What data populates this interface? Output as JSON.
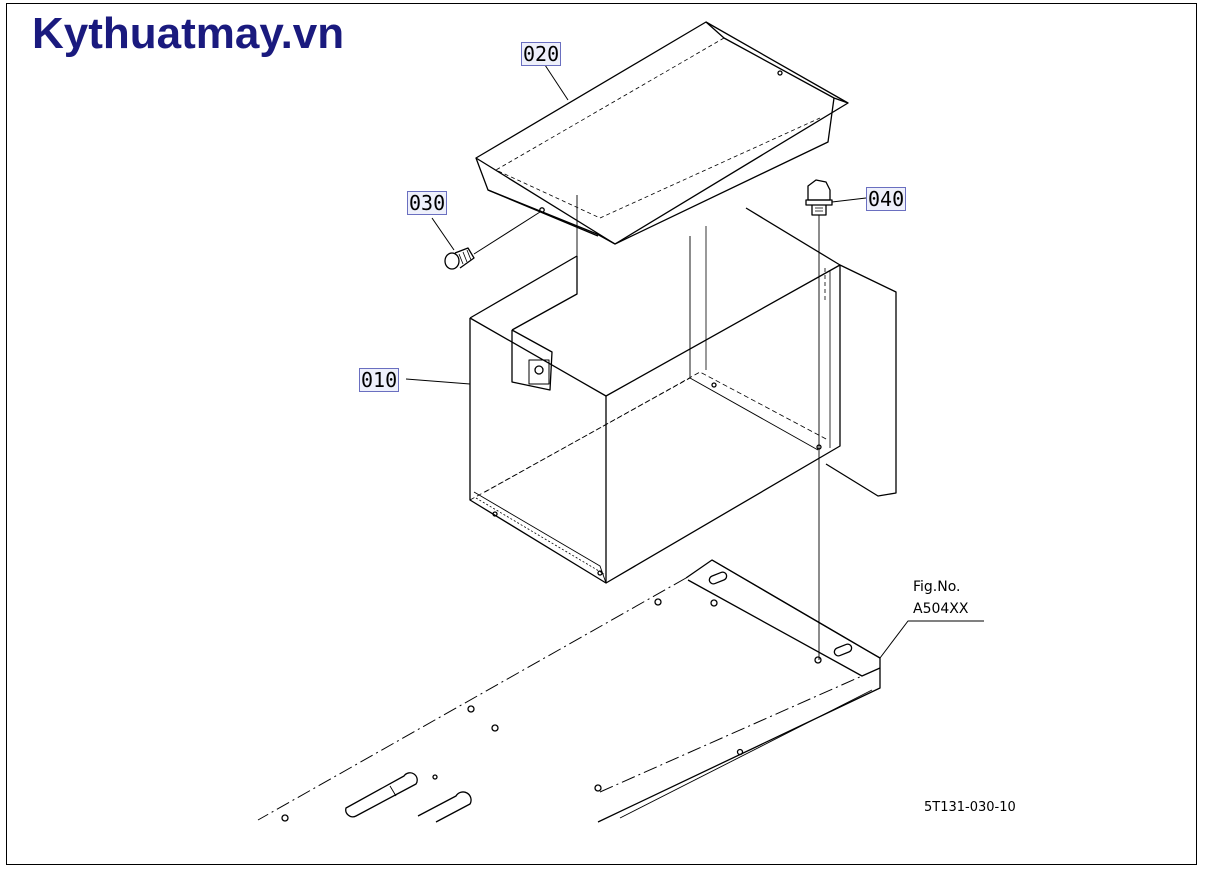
{
  "brand": {
    "text": "Kythuatmay.vn",
    "color": "#1a1a7e"
  },
  "callouts": {
    "p010": "010",
    "p020": "020",
    "p030": "030",
    "p040": "040"
  },
  "figure": {
    "label": "Fig.No.",
    "number": "A504XX",
    "drawing_code": "5T131-030-10"
  }
}
